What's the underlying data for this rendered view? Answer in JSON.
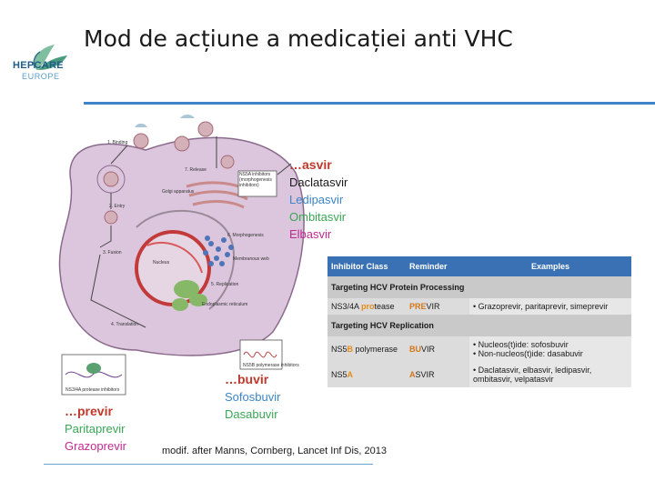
{
  "header": {
    "title": "Mod de acțiune a medicației anti VHC",
    "logo_line1": "HEPCARE",
    "logo_line2": "EUROPE"
  },
  "diagram": {
    "labels": {
      "binding": "1. Binding",
      "release": "7. Release",
      "entry": "2. Entry",
      "fusion": "3. Fusion",
      "translation": "4. Translation",
      "golgi": "Golgi apparatus",
      "morphogenesis": "6. Morphogenesis",
      "membranous_web": "Membranous web",
      "nucleus": "Nucleus",
      "replication": "5. Replication",
      "er": "Endoplasmic reticulum",
      "ns5a_box": "NS5A inhibitors (morphogenesis inhibitors)",
      "ns5b_box": "NS5B polymerase inhibitors",
      "ns3_box": "NS3/4A protease inhibitors"
    },
    "asvir_group": {
      "lead": "…asvir",
      "drugs": [
        "Daclatasvir",
        "Ledipasvir",
        "Ombitasvir",
        "Elbasvir"
      ],
      "colors": [
        "#1a1a1a",
        "#3d85c6",
        "#3aa655",
        "#c02a8f"
      ]
    },
    "buvir_group": {
      "lead": "…buvir",
      "drugs": [
        "Sofosbuvir",
        "Dasabuvir"
      ],
      "colors": [
        "#3d85c6",
        "#3aa655"
      ]
    },
    "previr_group": {
      "lead": "…previr",
      "drugs": [
        "Paritaprevir",
        "Grazoprevir"
      ],
      "colors": [
        "#3aa655",
        "#c02a8f"
      ]
    }
  },
  "table": {
    "headers": [
      "Inhibitor Class",
      "Reminder",
      "Examples"
    ],
    "sections": [
      {
        "title": "Targeting HCV Protein Processing",
        "rows": [
          {
            "class_pre": "NS3/4A ",
            "class_hl": "pro",
            "class_post": "tease",
            "reminder_hl": "PRE",
            "reminder_post": "VIR",
            "examples": [
              "• Grazoprevir, paritaprevir, simeprevir"
            ]
          }
        ]
      },
      {
        "title": "Targeting HCV Replication",
        "rows": [
          {
            "class_pre": "NS5",
            "class_hl": "B",
            "class_post": " polymerase",
            "reminder_hl": "BU",
            "reminder_post": "VIR",
            "examples": [
              "• Nucleos(t)ide: sofosbuvir",
              "• Non-nucleos(t)ide: dasabuvir"
            ]
          },
          {
            "class_pre": "NS5",
            "class_hl": "A",
            "class_post": "",
            "reminder_hl": "A",
            "reminder_post": "SVIR",
            "examples": [
              "• Daclatasvir, elbasvir, ledipasvir, ombitasvir, velpatasvir"
            ]
          }
        ]
      }
    ]
  },
  "citation": "modif. after Manns, Cornberg, Lancet Inf Dis, 2013"
}
